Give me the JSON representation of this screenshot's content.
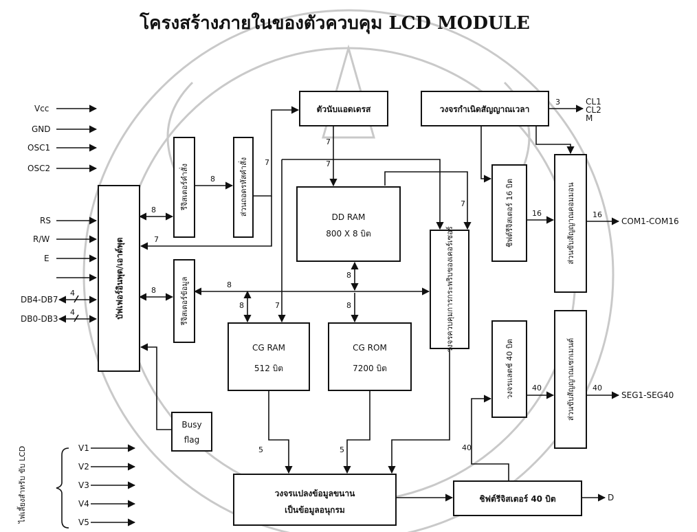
{
  "title": "โครงสร้างภายในของตัวควบคุม LCD MODULE",
  "inputs": {
    "vcc": "Vcc",
    "gnd": "GND",
    "osc1": "OSC1",
    "osc2": "OSC2",
    "rs": "RS",
    "rw": "R/W",
    "e": "E",
    "db4_db7": "DB4-DB7",
    "db0_db3": "DB0-DB3"
  },
  "blocks": {
    "io_buffer": "บัฟเฟอร์อินพุต/เอาต์พุต",
    "instruction_register": "รีจิสเตอร์คำสั่ง",
    "instruction_decoder": "ส่วนถอดรหัสคำสั่ง",
    "data_register": "รีจิสเตอร์ข้อมูล",
    "address_counter": "ตัวนับแอดเดรส",
    "timing_generator": "วงจรกำเนิดสัญญาณเวลา",
    "ddram_title": "DD RAM",
    "ddram_size": "800 X 8 บิต",
    "cursor_control": "วงจรควบคุมการกระพริบของเคอร์เซอร์",
    "shift_register_16": "ชิฟต์รีจิสเตอร์ 16 บิต",
    "common_driver": "ส่วนขับสัญญาณคอมมอน",
    "latch_40": "วงจรแลตช์ 40 บิต",
    "segment_driver": "ส่วนขับสัญญาณเซกเมนต์",
    "cgram_title": "CG RAM",
    "cgram_size": "512 บิต",
    "cgrom_title": "CG ROM",
    "cgrom_size": "7200 บิต",
    "busy_flag_1": "Busy",
    "busy_flag_2": "flag",
    "parallel_to_serial": "วงจรแปลงข้อมูลขนาน",
    "parallel_to_serial_2": "เป็นข้อมูลอนุกรม",
    "shift_register_40": "ชิฟต์รีจิสเตอร์ 40 บิต"
  },
  "outputs": {
    "cl": "CL1",
    "cl2": "CL2",
    "m": "M",
    "com": "COM1-COM16",
    "seg": "SEG1-SEG40",
    "d": "D"
  },
  "bus_labels": {
    "b8": "8",
    "b7": "7",
    "b3": "3",
    "b4": "4",
    "b5": "5",
    "b16": "16",
    "b40": "40"
  },
  "lcd_voltage": {
    "caption": "ไฟเลี้ยงสำหรับ ขับ LCD",
    "v1": "V1",
    "v2": "V2",
    "v3": "V3",
    "v4": "V4",
    "v5": "V5"
  }
}
